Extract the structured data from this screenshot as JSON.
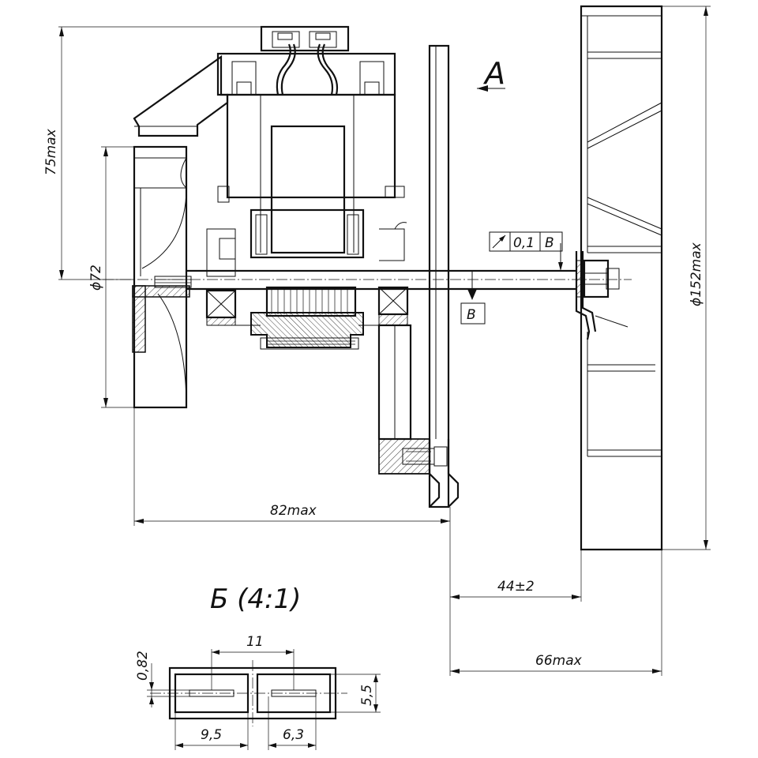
{
  "view_label": "А",
  "detail_label": "Б (4:1)",
  "datum_label": "В",
  "tolerance": {
    "value": "0,1",
    "datum": "В"
  },
  "dimensions": {
    "height_75": "75max",
    "dia_72": "ϕ72",
    "dia_152": "ϕ152max",
    "len_82": "82max",
    "len_44": "44±2",
    "len_66": "66max"
  },
  "detail_dims": {
    "d11": "11",
    "d082": "0,82",
    "d55": "5,5",
    "d95": "9,5",
    "d63": "6,3"
  }
}
